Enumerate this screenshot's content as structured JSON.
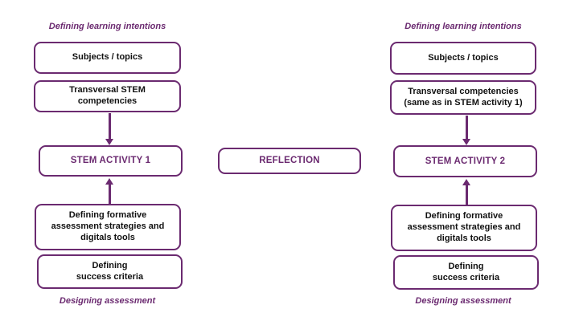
{
  "colors": {
    "accent_purple": "#6B2A70",
    "box_text": "#111111",
    "background": "#ffffff"
  },
  "left": {
    "header": "Defining learning intentions",
    "subjects": "Subjects / topics",
    "competencies": "Transversal STEM\ncompetencies",
    "activity": "STEM ACTIVITY 1",
    "formative": "Defining formative\nassessment strategies and\ndigitals tools",
    "success": "Defining\nsuccess criteria",
    "footer": "Designing assessment"
  },
  "center": {
    "reflection": "REFLECTION"
  },
  "right": {
    "header": "Defining learning intentions",
    "subjects": "Subjects / topics",
    "competencies": "Transversal competencies\n(same as in STEM activity 1)",
    "activity": "STEM ACTIVITY 2",
    "formative": "Defining formative\nassessment strategies and\ndigitals tools",
    "success": "Defining\nsuccess criteria",
    "footer": "Designing assessment"
  }
}
